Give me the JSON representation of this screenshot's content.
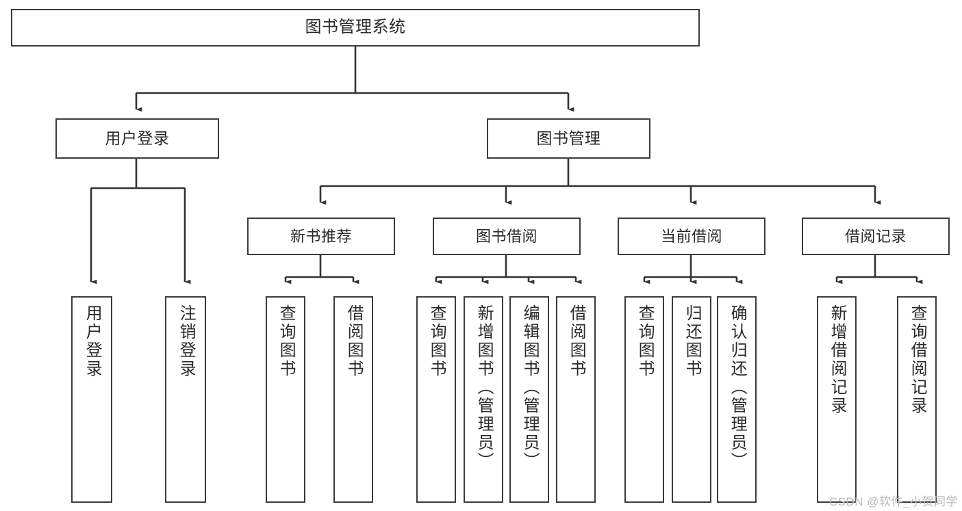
{
  "diagram": {
    "title": "图书管理系统",
    "type": "functional-structure-tree",
    "colors": {
      "background": "#ffffff",
      "box_border": "#3b3b3b",
      "box_fill": "#ffffff",
      "text": "#2a2a2a",
      "connector": "#333333",
      "watermark": "#b9b9b9"
    },
    "root": {
      "label": "图书管理系统"
    },
    "level1": [
      {
        "label": "用户登录"
      },
      {
        "label": "图书管理"
      }
    ],
    "level2": [
      {
        "label": "新书推荐"
      },
      {
        "label": "图书借阅"
      },
      {
        "label": "当前借阅"
      },
      {
        "label": "借阅记录"
      }
    ],
    "leaves": {
      "user_login": [
        {
          "label": "用户登录"
        },
        {
          "label": "注销登录"
        }
      ],
      "new_book_recommend": [
        {
          "label": "查询图书"
        },
        {
          "label": "借阅图书"
        }
      ],
      "book_borrow": [
        {
          "label": "查询图书"
        },
        {
          "label": "新增图书（管理员）"
        },
        {
          "label": "编辑图书（管理员）"
        },
        {
          "label": "借阅图书"
        }
      ],
      "current_borrow": [
        {
          "label": "查询图书"
        },
        {
          "label": "归还图书"
        },
        {
          "label": "确认归还（管理员）"
        }
      ],
      "borrow_record": [
        {
          "label": "新增借阅记录"
        },
        {
          "label": "查询借阅记录"
        }
      ]
    }
  },
  "watermark": {
    "text": "CSDN @软件_小贺同学"
  }
}
